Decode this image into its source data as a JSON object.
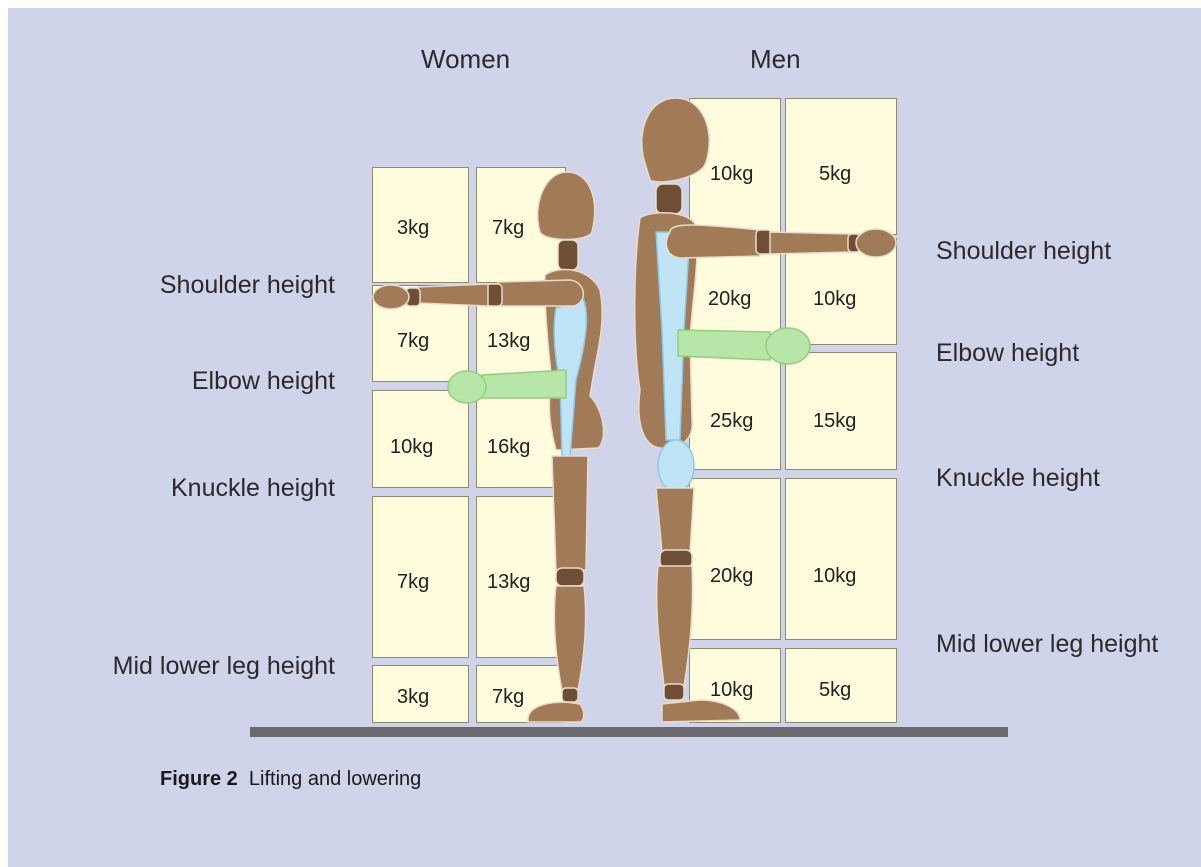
{
  "header": {
    "women": "Women",
    "men": "Men"
  },
  "heights": {
    "shoulder": "Shoulder height",
    "elbow": "Elbow height",
    "knuckle": "Knuckle height",
    "mid_lower_leg": "Mid lower leg height"
  },
  "women": {
    "rows": [
      [
        "3kg",
        "7kg"
      ],
      [
        "7kg",
        "13kg"
      ],
      [
        "10kg",
        "16kg"
      ],
      [
        "7kg",
        "13kg"
      ],
      [
        "3kg",
        "7kg"
      ]
    ]
  },
  "men": {
    "rows": [
      [
        "10kg",
        "5kg"
      ],
      [
        "20kg",
        "10kg"
      ],
      [
        "25kg",
        "15kg"
      ],
      [
        "20kg",
        "10kg"
      ],
      [
        "10kg",
        "5kg"
      ]
    ]
  },
  "caption": {
    "figure": "Figure 2",
    "text": "Lifting and lowering"
  },
  "colors": {
    "background": "#d0d4ea",
    "box": "#fefcdc",
    "wood": "#a17a57",
    "spine": "#bfe4f6",
    "forearm": "#b8e6a8",
    "floor": "#6a6a6e"
  }
}
